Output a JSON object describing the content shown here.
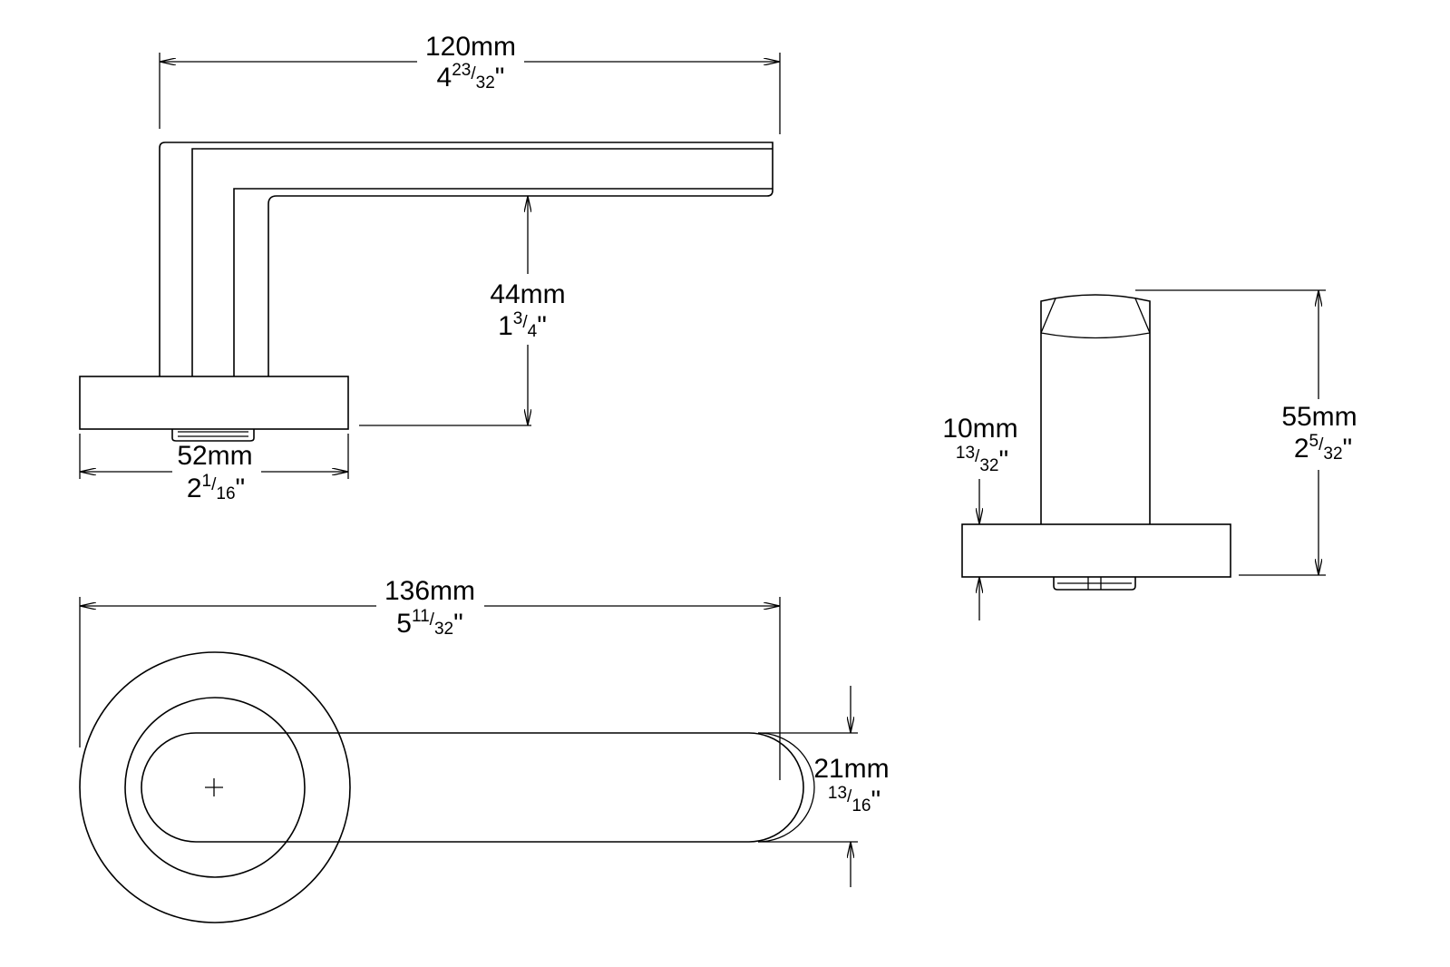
{
  "colors": {
    "stroke": "#000000",
    "background": "#ffffff"
  },
  "dimensions": {
    "lever_length": {
      "metric": "120mm",
      "whole": "4",
      "num": "23",
      "slash": "/",
      "den": "32",
      "mark": "\""
    },
    "lever_height": {
      "metric": "44mm",
      "whole": "1",
      "num": "3",
      "slash": "/",
      "den": "4",
      "mark": "\""
    },
    "rose_width": {
      "metric": "52mm",
      "whole": "2",
      "num": "1",
      "slash": "/",
      "den": "16",
      "mark": "\""
    },
    "overall_length": {
      "metric": "136mm",
      "whole": "5",
      "num": "11",
      "slash": "/",
      "den": "32",
      "mark": "\""
    },
    "lever_width": {
      "metric": "21mm",
      "whole": "",
      "num": "13",
      "slash": "/",
      "den": "16",
      "mark": "\""
    },
    "rose_thickness": {
      "metric": "10mm",
      "whole": "",
      "num": "13",
      "slash": "/",
      "den": "32",
      "mark": "\""
    },
    "projection": {
      "metric": "55mm",
      "whole": "2",
      "num": "5",
      "slash": "/",
      "den": "32",
      "mark": "\""
    }
  },
  "views": [
    "side-view",
    "top-view",
    "end-view"
  ]
}
